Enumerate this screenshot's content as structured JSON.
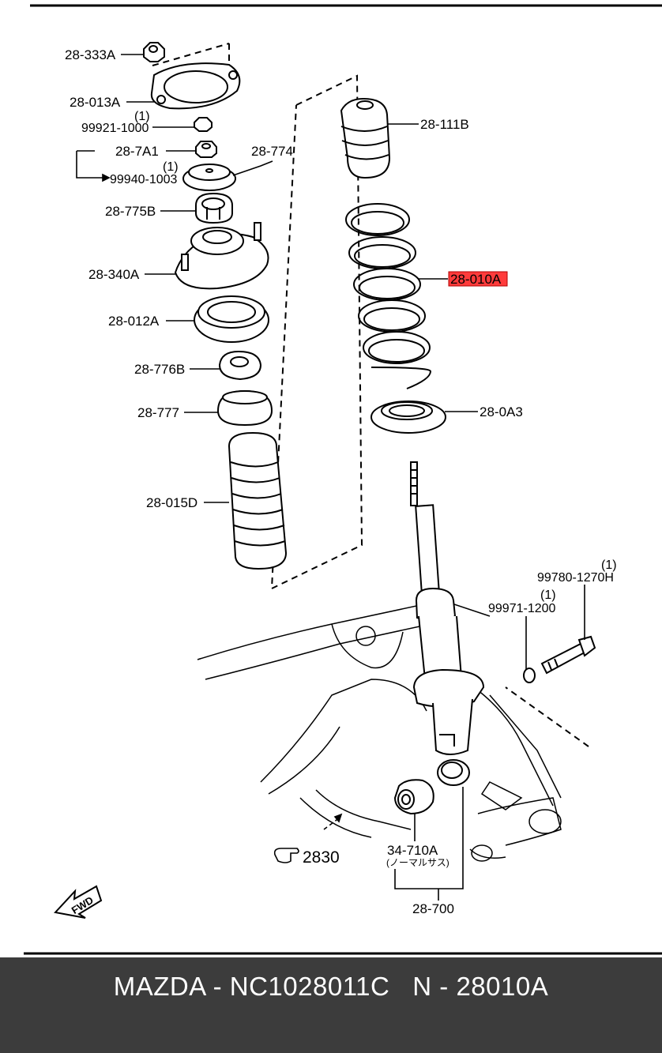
{
  "colors": {
    "highlight": "#ff3b3b",
    "footer_bg": "#3c3c3c",
    "line": "#000000"
  },
  "parts": {
    "p28_333A": "28-333A",
    "p28_013A": "28-013A",
    "p99921_1000": "99921-1000",
    "p99921_qty": "(1)",
    "p28_7A1": "28-7A1",
    "p28_774": "28-774",
    "p99940_1003": "99940-1003",
    "p99940_qty": "(1)",
    "p28_775B": "28-775B",
    "p28_340A": "28-340A",
    "p28_012A": "28-012A",
    "p28_776B": "28-776B",
    "p28_777": "28-777",
    "p28_015D": "28-015D",
    "p28_111B": "28-111B",
    "p28_010A": "28-010A",
    "p28_0A3": "28-0A3",
    "p99780_1270H": "99780-1270H",
    "p99780_qty": "(1)",
    "p99971_1200": "99971-1200",
    "p99971_qty": "(1)",
    "p34_710A": "34-710A",
    "p34_710A_note": "(ノーマルサス)",
    "p28_700": "28-700",
    "ref_2830": "2830",
    "fwd": "FWD"
  },
  "footer": {
    "title": "MAZDA - NC1028011C   N - 28010A"
  }
}
